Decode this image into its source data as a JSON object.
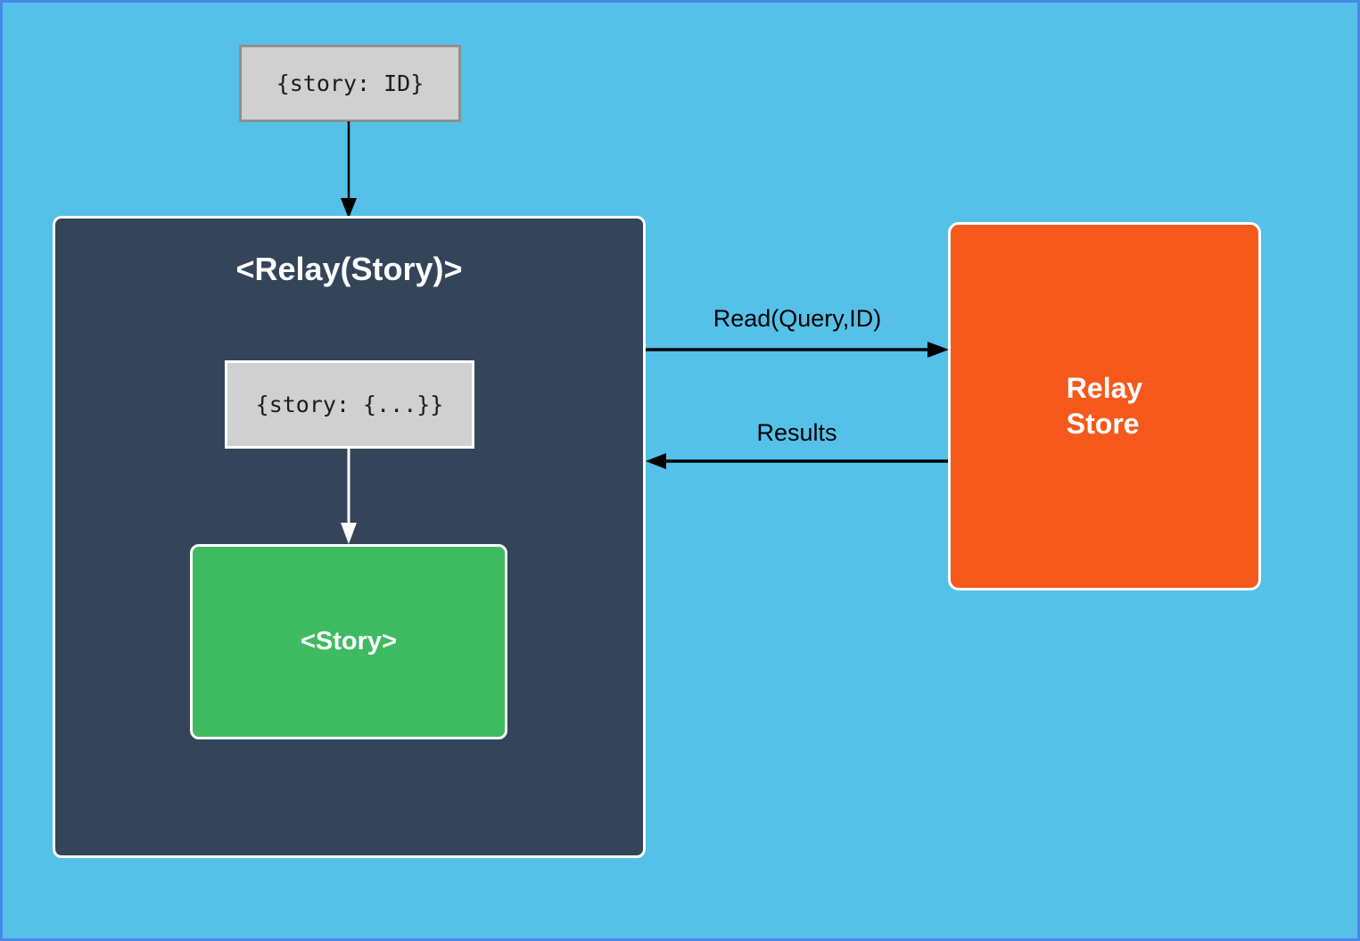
{
  "diagram": {
    "props_box": {
      "text": "{story: ID}"
    },
    "relay_component": {
      "title": "<Relay(Story)>"
    },
    "resolved_props_box": {
      "text": "{story: {...}}"
    },
    "story_component": {
      "label": "<Story>"
    },
    "relay_store": {
      "label": "Relay\nStore"
    },
    "edges": {
      "read": {
        "label": "Read(Query,ID)"
      },
      "results": {
        "label": "Results"
      }
    },
    "colors": {
      "background": "#55c1e9",
      "frame_border": "#4b87e9",
      "relay_component_bg": "#34455a",
      "story_bg": "#3ebb61",
      "relay_store_bg": "#f6591b",
      "props_box_bg": "#d0d0d0",
      "props_box_border": "#8f8f8f",
      "box_border_white": "#ffffff",
      "arrow_black": "#000000",
      "arrow_white": "#ffffff",
      "label_text": "#000000",
      "mono_text": "#1c1c1c"
    }
  }
}
